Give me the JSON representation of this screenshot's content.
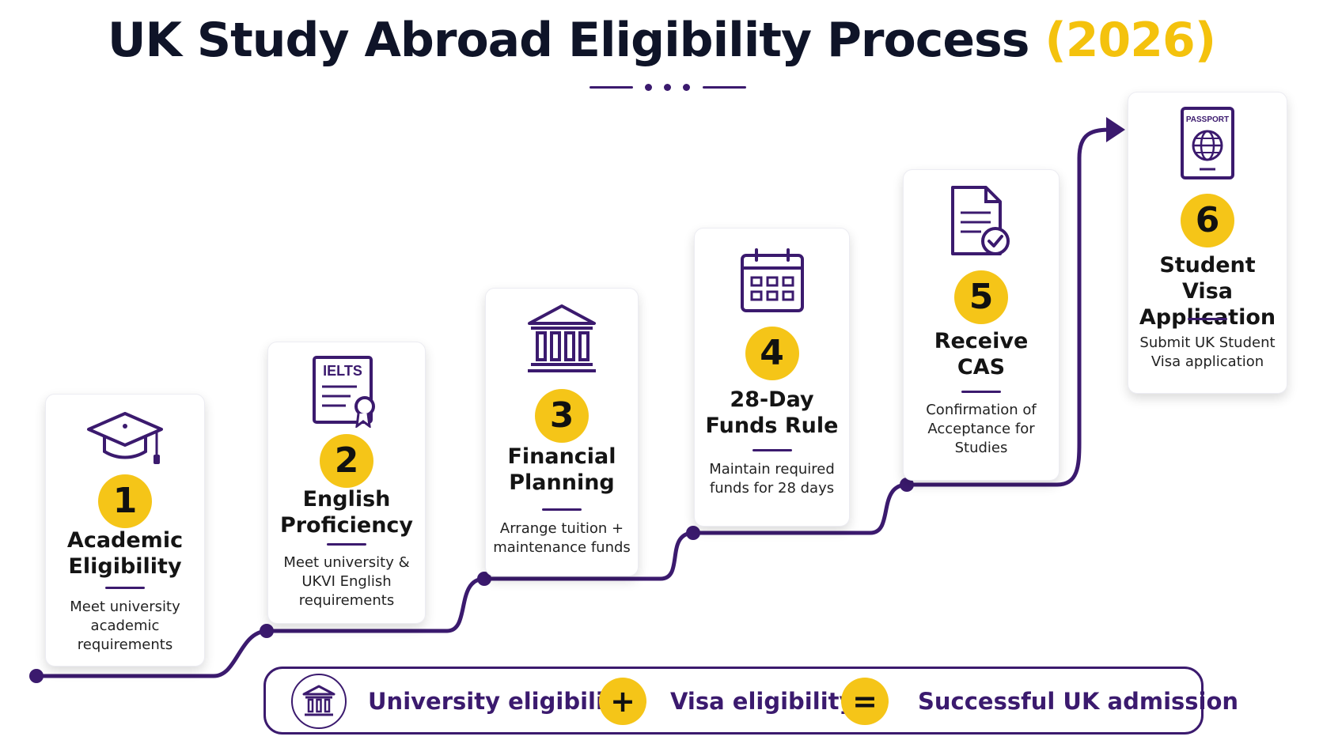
{
  "title": {
    "main": "UK Study Abroad Eligibility Process",
    "year": "(2026)"
  },
  "colors": {
    "accent": "#f5c518",
    "purple": "#3b1a6e",
    "title": "#0f1428"
  },
  "steps": [
    {
      "number": "1",
      "title_line1": "Academic",
      "title_line2": "Eligibility",
      "desc_line1": "Meet university",
      "desc_line2": "academic requirements",
      "desc_line3": "",
      "icon": "graduation-cap-icon"
    },
    {
      "number": "2",
      "title_line1": "English",
      "title_line2": "Proficiency",
      "desc_line1": "Meet university &",
      "desc_line2": "UKVI English",
      "desc_line3": "requirements",
      "icon": "ielts-certificate-icon",
      "icon_text": "IELTS"
    },
    {
      "number": "3",
      "title_line1": "Financial",
      "title_line2": "Planning",
      "desc_line1": "Arrange tuition +",
      "desc_line2": "maintenance funds",
      "desc_line3": "",
      "icon": "bank-icon"
    },
    {
      "number": "4",
      "title_line1": "28-Day",
      "title_line2": "Funds Rule",
      "desc_line1": "Maintain required",
      "desc_line2": "funds for 28 days",
      "desc_line3": "",
      "icon": "calendar-icon"
    },
    {
      "number": "5",
      "title_line1": "Receive",
      "title_line2": "CAS",
      "desc_line1": "Confirmation of",
      "desc_line2": "Acceptance for",
      "desc_line3": "Studies",
      "icon": "document-check-icon"
    },
    {
      "number": "6",
      "title_line1": "Student Visa",
      "title_line2": "Application",
      "desc_line1": "Submit UK Student",
      "desc_line2": "Visa application",
      "desc_line3": "",
      "icon": "passport-icon",
      "icon_text": "PASSPORT"
    }
  ],
  "formula": {
    "term1": "University eligibility",
    "op1": "+",
    "term2": "Visa eligibility",
    "op2": "=",
    "result": "Successful UK admission",
    "icon": "university-icon"
  }
}
